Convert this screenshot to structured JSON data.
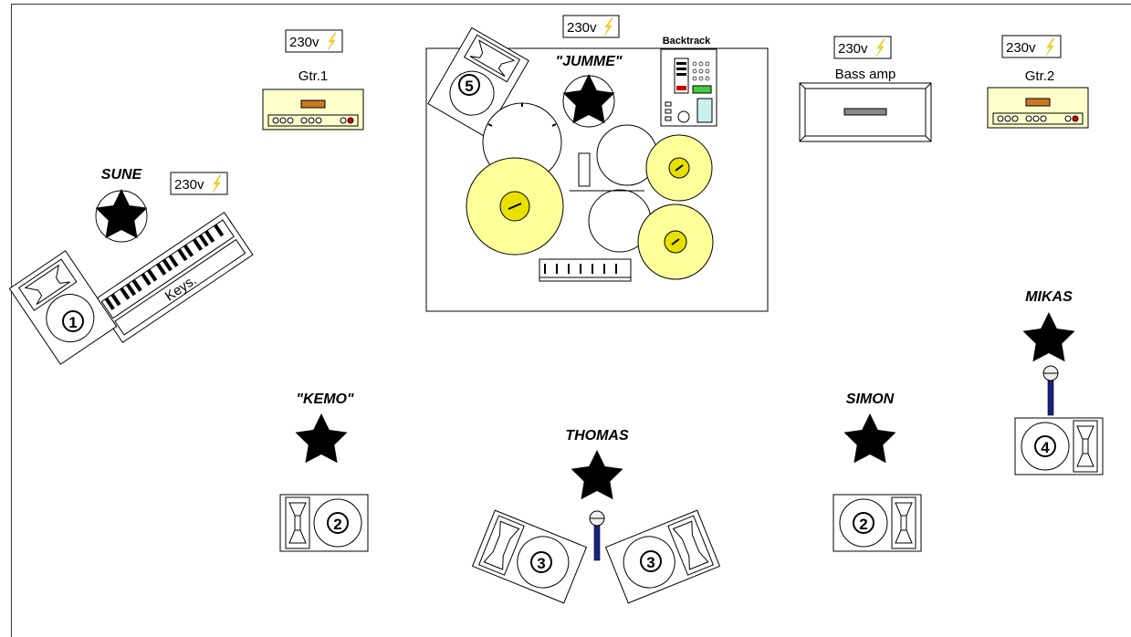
{
  "power_label": "230v",
  "drum_riser": {
    "backtrack_label": "Backtrack"
  },
  "performers": {
    "sune": "SUNE",
    "jumme": "\"JUMME\"",
    "kemo": "\"KEMO\"",
    "thomas": "THOMAS",
    "simon": "SIMON",
    "mikas": "MIKAS"
  },
  "amps": {
    "gtr1": "Gtr.1",
    "bass": "Bass amp",
    "gtr2": "Gtr.2"
  },
  "keys_label": "Keys.",
  "monitors": {
    "m1": "①",
    "m2a": "②",
    "m2b": "②",
    "m3a": "③",
    "m3b": "③",
    "m4": "④",
    "m5": "⑤"
  },
  "colors": {
    "cymbal": "#FFFF99",
    "cymbal_center": "#E8E000",
    "amp_body": "#FFFFCC",
    "mic_stand": "#1a237e",
    "bolt": "#FFD700",
    "star": "#000000"
  }
}
